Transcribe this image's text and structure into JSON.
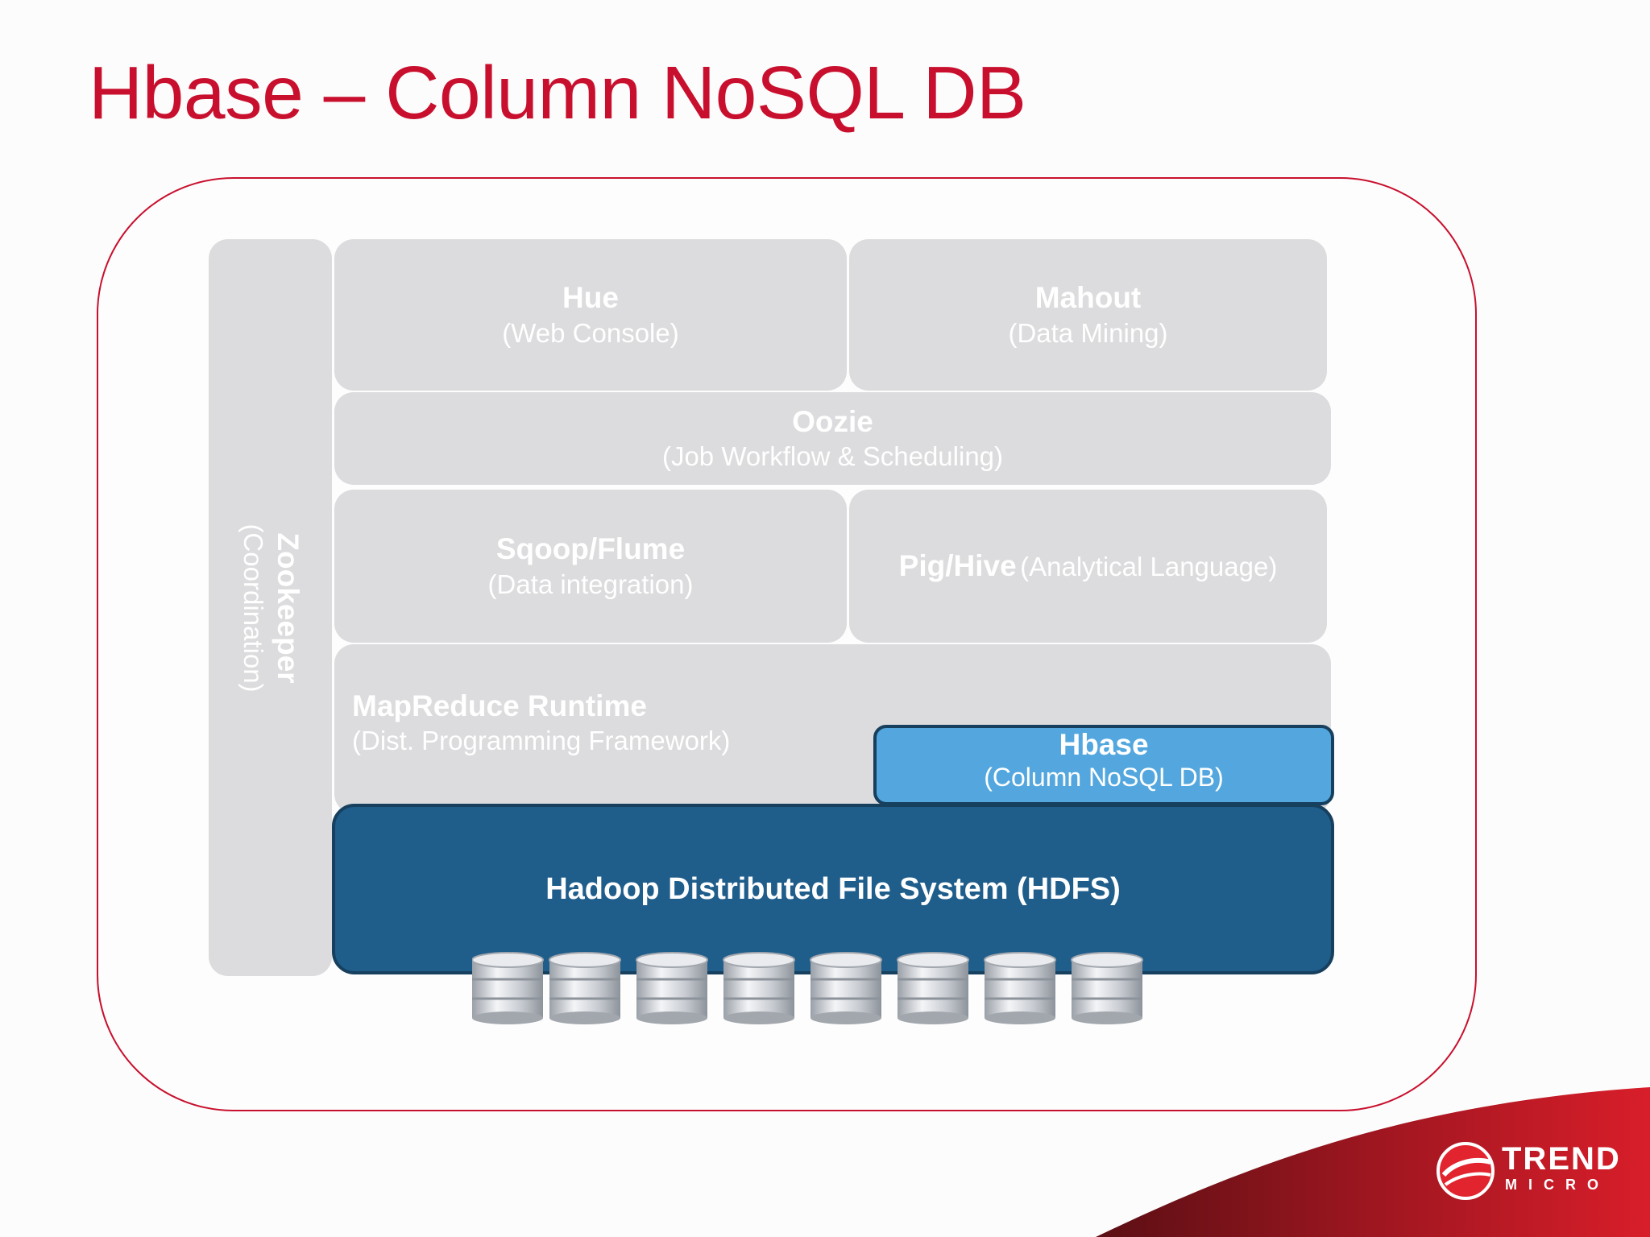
{
  "slide": {
    "title": "Hbase – Column NoSQL DB"
  },
  "diagram": {
    "zookeeper": {
      "name": "Zookeeper",
      "desc": "(Coordination)"
    },
    "hue": {
      "name": "Hue",
      "desc": "(Web Console)"
    },
    "mahout": {
      "name": "Mahout",
      "desc": "(Data Mining)"
    },
    "oozie": {
      "name": "Oozie",
      "desc": "(Job Workflow & Scheduling)"
    },
    "sqoop": {
      "name": "Sqoop/Flume",
      "desc": "(Data integration)"
    },
    "pig": {
      "name": "Pig/Hive",
      "desc": "(Analytical Language)"
    },
    "mapreduce": {
      "name": "MapReduce Runtime",
      "desc": "(Dist. Programming Framework)"
    },
    "hbase": {
      "name": "Hbase",
      "desc": "(Column NoSQL DB)"
    },
    "hdfs": {
      "name": "Hadoop Distributed File System (HDFS)"
    }
  },
  "logo": {
    "line1": "TREND",
    "line2": "MICRO"
  },
  "colors": {
    "title_red": "#c8102e",
    "block_gray": "#dcdbdd",
    "hbase_blue": "#53a7de",
    "hdfs_blue": "#1f5d8b"
  }
}
